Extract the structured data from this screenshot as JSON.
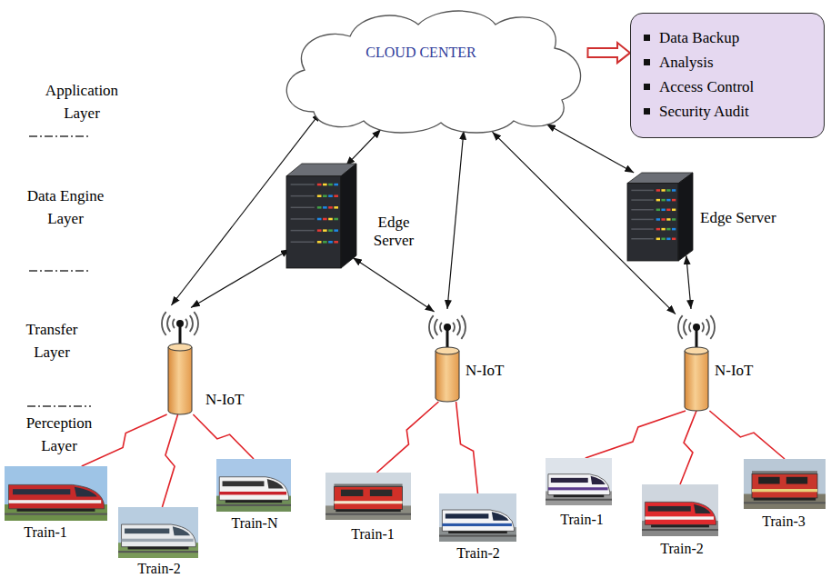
{
  "diagram": {
    "nodes": [
      {
        "text": [
          "CLOUD CENTER"
        ]
      },
      {
        "text": [
          "Data Backup",
          "Analysis",
          "Access Control",
          "Security Audit"
        ]
      },
      {
        "text": [
          "Edge Server"
        ]
      },
      {
        "text": [
          "Edge Server"
        ]
      },
      {
        "text": [
          "N-IoT"
        ]
      },
      {
        "text": [
          "N-IoT"
        ]
      },
      {
        "text": [
          "N-IoT"
        ]
      },
      {
        "text": [
          "Train-1"
        ]
      },
      {
        "text": [
          "Train-2"
        ]
      },
      {
        "text": [
          "Train-N"
        ]
      },
      {
        "text": [
          "Train-1"
        ]
      },
      {
        "text": [
          "Train-2"
        ]
      },
      {
        "text": [
          "Train-1"
        ]
      },
      {
        "text": [
          "Train-2"
        ]
      },
      {
        "text": [
          "Train-3"
        ]
      }
    ],
    "edges": [
      {
        "from": 0,
        "to": 1,
        "arrow": "to"
      },
      {
        "from": 0,
        "to": 2,
        "arrow": "both"
      },
      {
        "from": 0,
        "to": 3,
        "arrow": "both"
      },
      {
        "from": 0,
        "to": 4,
        "arrow": "both"
      },
      {
        "from": 0,
        "to": 5,
        "arrow": "both"
      },
      {
        "from": 0,
        "to": 6,
        "arrow": "both"
      },
      {
        "from": 2,
        "to": 4,
        "arrow": "both"
      },
      {
        "from": 2,
        "to": 5,
        "arrow": "both"
      },
      {
        "from": 3,
        "to": 6,
        "arrow": "both"
      },
      {
        "from": 4,
        "to": 7,
        "arrow": "none"
      },
      {
        "from": 4,
        "to": 8,
        "arrow": "none"
      },
      {
        "from": 4,
        "to": 9,
        "arrow": "none"
      },
      {
        "from": 5,
        "to": 10,
        "arrow": "none"
      },
      {
        "from": 5,
        "to": 11,
        "arrow": "none"
      },
      {
        "from": 6,
        "to": 12,
        "arrow": "none"
      },
      {
        "from": 6,
        "to": 13,
        "arrow": "none"
      },
      {
        "from": 6,
        "to": 14,
        "arrow": "none"
      }
    ],
    "labels": [
      "Application Layer",
      "Data Engine Layer",
      "Transfer Layer",
      "Perception Layer"
    ]
  }
}
